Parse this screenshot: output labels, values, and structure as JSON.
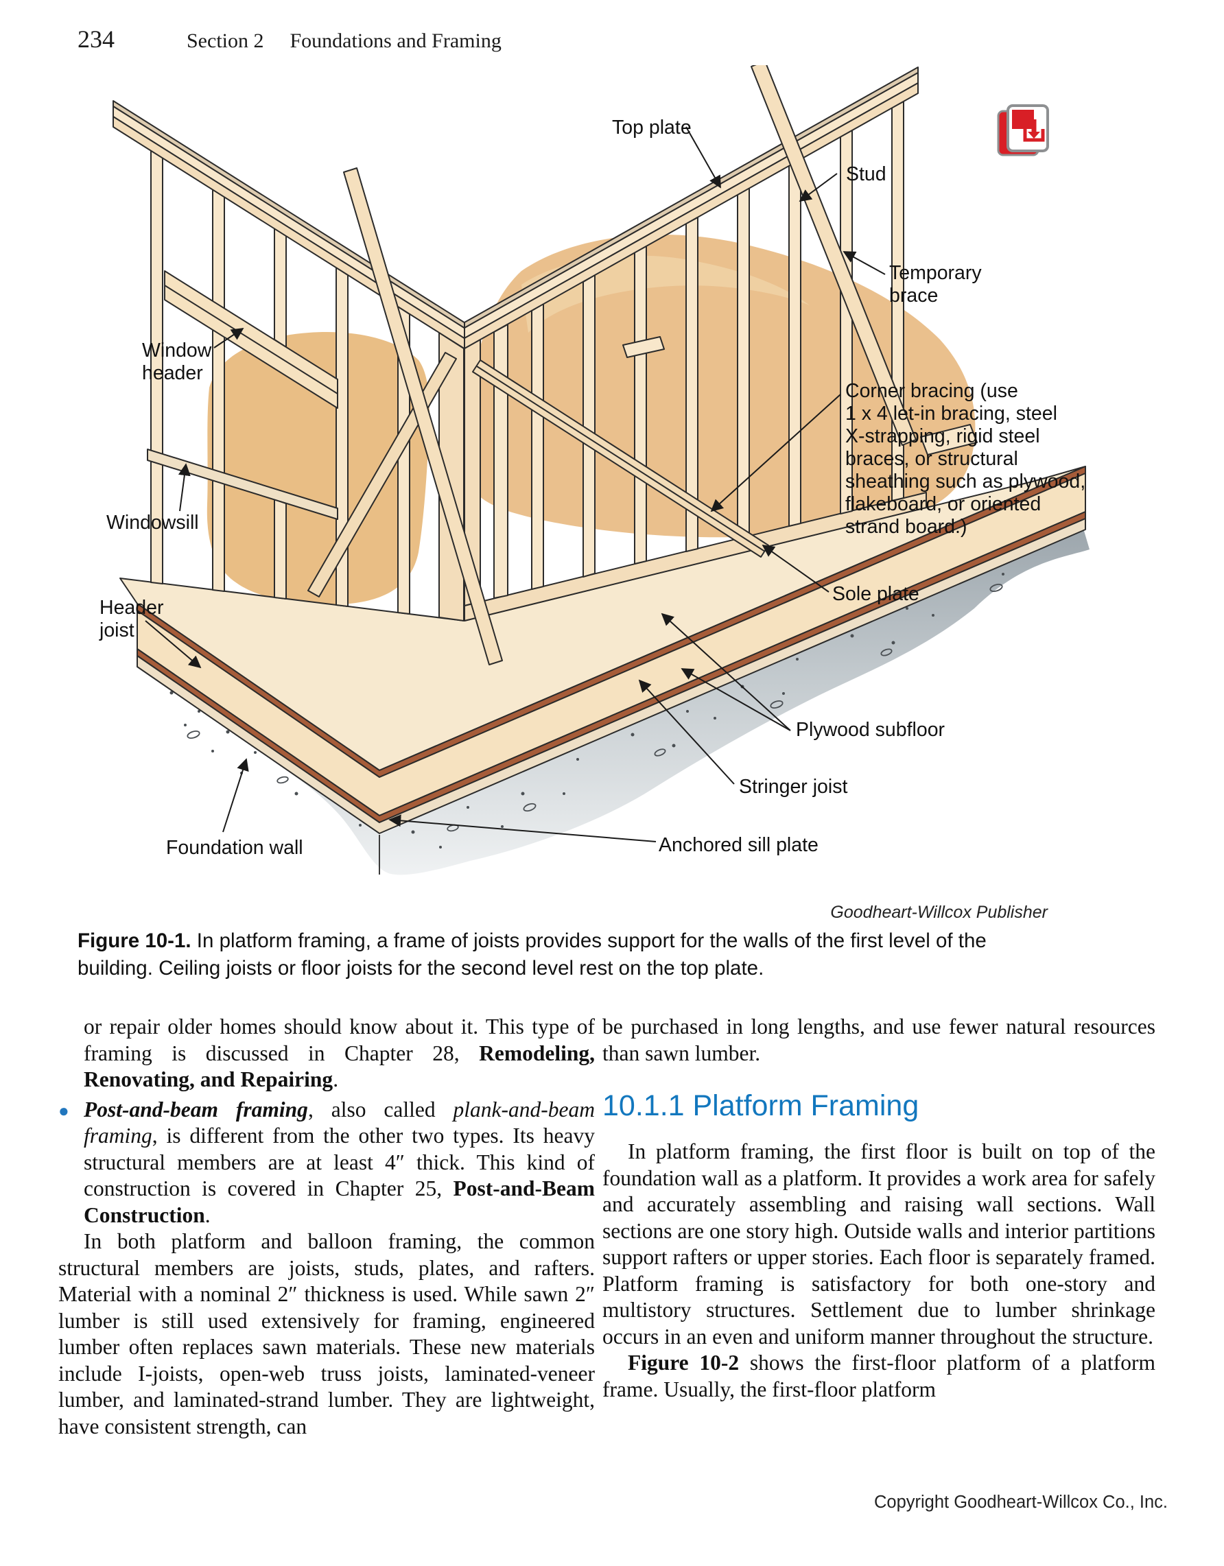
{
  "page": {
    "number": "234",
    "section_label": "Section 2",
    "section_title": "Foundations and Framing",
    "footer": "Copyright Goodheart-Willcox Co., Inc."
  },
  "figure": {
    "credit": "Goodheart-Willcox Publisher",
    "caption": {
      "label": "Figure 10-1.",
      "text": "In platform framing, a frame of joists provides support for the walls of the first level of the building. Ceiling joists or floor joists for the second level rest on the top plate."
    },
    "labels": {
      "top_plate": "Top plate",
      "stud": "Stud",
      "temporary_brace": "Temporary\nbrace",
      "window_header": "Window\nheader",
      "corner_bracing": "Corner bracing (use\n1 x 4 let-in bracing, steel\nX-strapping, rigid steel\nbraces, or structural\nsheathing such as plywood,\nflakeboard, or oriented\nstrand board.)",
      "windowsill": "Windowsill",
      "sole_plate": "Sole plate",
      "header_joist": "Header\njoist",
      "plywood_subfloor": "Plywood subfloor",
      "stringer_joist": "Stringer joist",
      "foundation_wall": "Foundation wall",
      "anchored_sill_plate": "Anchored sill plate"
    },
    "icon_name": "download-icon",
    "colors": {
      "heading_blue": "#1277BE",
      "bullet_blue": "#2277BE",
      "icon_red": "#D81F26",
      "wood_face": "#F8E7CB",
      "wood_edge": "#D7C4A9",
      "subfloor_brown": "#A65C39",
      "ground_orange": "#EAC08D",
      "concrete_gray": "#A3ACB2"
    }
  },
  "body": {
    "left": {
      "p1": [
        {
          "t": "or repair older homes should know about it. This type of framing is discussed in Chapter 28, ",
          "s": ""
        },
        {
          "t": "Remodeling, Renovating, and Repairing",
          "s": "b"
        },
        {
          "t": ".",
          "s": ""
        }
      ],
      "bullet": [
        {
          "t": "Post-and-beam framing",
          "s": "bi"
        },
        {
          "t": ", also called ",
          "s": ""
        },
        {
          "t": "plank-and-beam framing",
          "s": "i"
        },
        {
          "t": ", is different from the other two types. Its heavy structural members are at least 4″ thick. This kind of construction is covered in Chapter 25, ",
          "s": ""
        },
        {
          "t": "Post-and-Beam Construction",
          "s": "b"
        },
        {
          "t": ".",
          "s": ""
        }
      ],
      "p2": [
        {
          "t": "In both platform and balloon framing, the common structural members are joists, studs, plates, and rafters. Material with a nominal 2″ thickness is used. While sawn 2″ lumber is still used extensively for framing, engineered lumber often replaces sawn materials. These new materials include I-joists, open-web truss joists, laminated-veneer lumber, and laminated-strand lumber. They are lightweight, have consistent strength, can",
          "s": ""
        }
      ]
    },
    "right": {
      "p1": [
        {
          "t": "be purchased in long lengths, and use fewer natural resources than sawn lumber.",
          "s": ""
        }
      ],
      "heading": "10.1.1 Platform Framing",
      "p2": [
        {
          "t": "In platform framing, the first floor is built on top of the foundation wall as a platform. It provides a work area for safely and accurately assembling and raising wall sections. Wall sections are one story high. Outside walls and interior partitions support rafters or upper stories. Each floor is separately framed. Platform framing is satisfactory for both one-story and multistory structures. Settlement due to lumber shrinkage occurs in an even and uniform manner throughout the structure.",
          "s": ""
        }
      ],
      "p3": [
        {
          "t": "Figure 10-2",
          "s": "b"
        },
        {
          "t": " shows the first-floor platform of a platform frame. Usually, the first-floor platform",
          "s": ""
        }
      ]
    }
  }
}
